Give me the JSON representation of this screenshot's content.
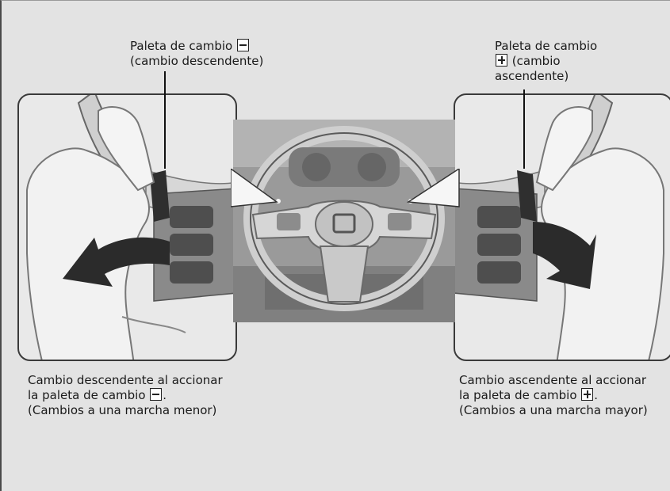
{
  "labels": {
    "left_top_line1": "Paleta de cambio",
    "left_top_line2": "(cambio descendente)",
    "right_top_line1": "Paleta de cambio",
    "right_top_line2": "(cambio",
    "right_top_line3": "ascendente)",
    "left_bottom_line1": "Cambio descendente al accionar",
    "left_bottom_line2": "la paleta de cambio",
    "left_bottom_line3": "(Cambios a una marcha menor)",
    "right_bottom_line1": "Cambio ascendente al accionar",
    "right_bottom_line2": "la paleta de cambio",
    "right_bottom_line3": "(Cambios a una marcha mayor)",
    "period": "."
  },
  "icons": {
    "minus_box": "minus-box-icon",
    "plus_box": "plus-box-icon",
    "downshift_arrow": "curved-arrow-left-icon",
    "upshift_arrow": "curved-arrow-right-icon"
  },
  "colors": {
    "background": "#e3e3e3",
    "arrow": "#2b2b2b",
    "line_art": "#555555"
  }
}
